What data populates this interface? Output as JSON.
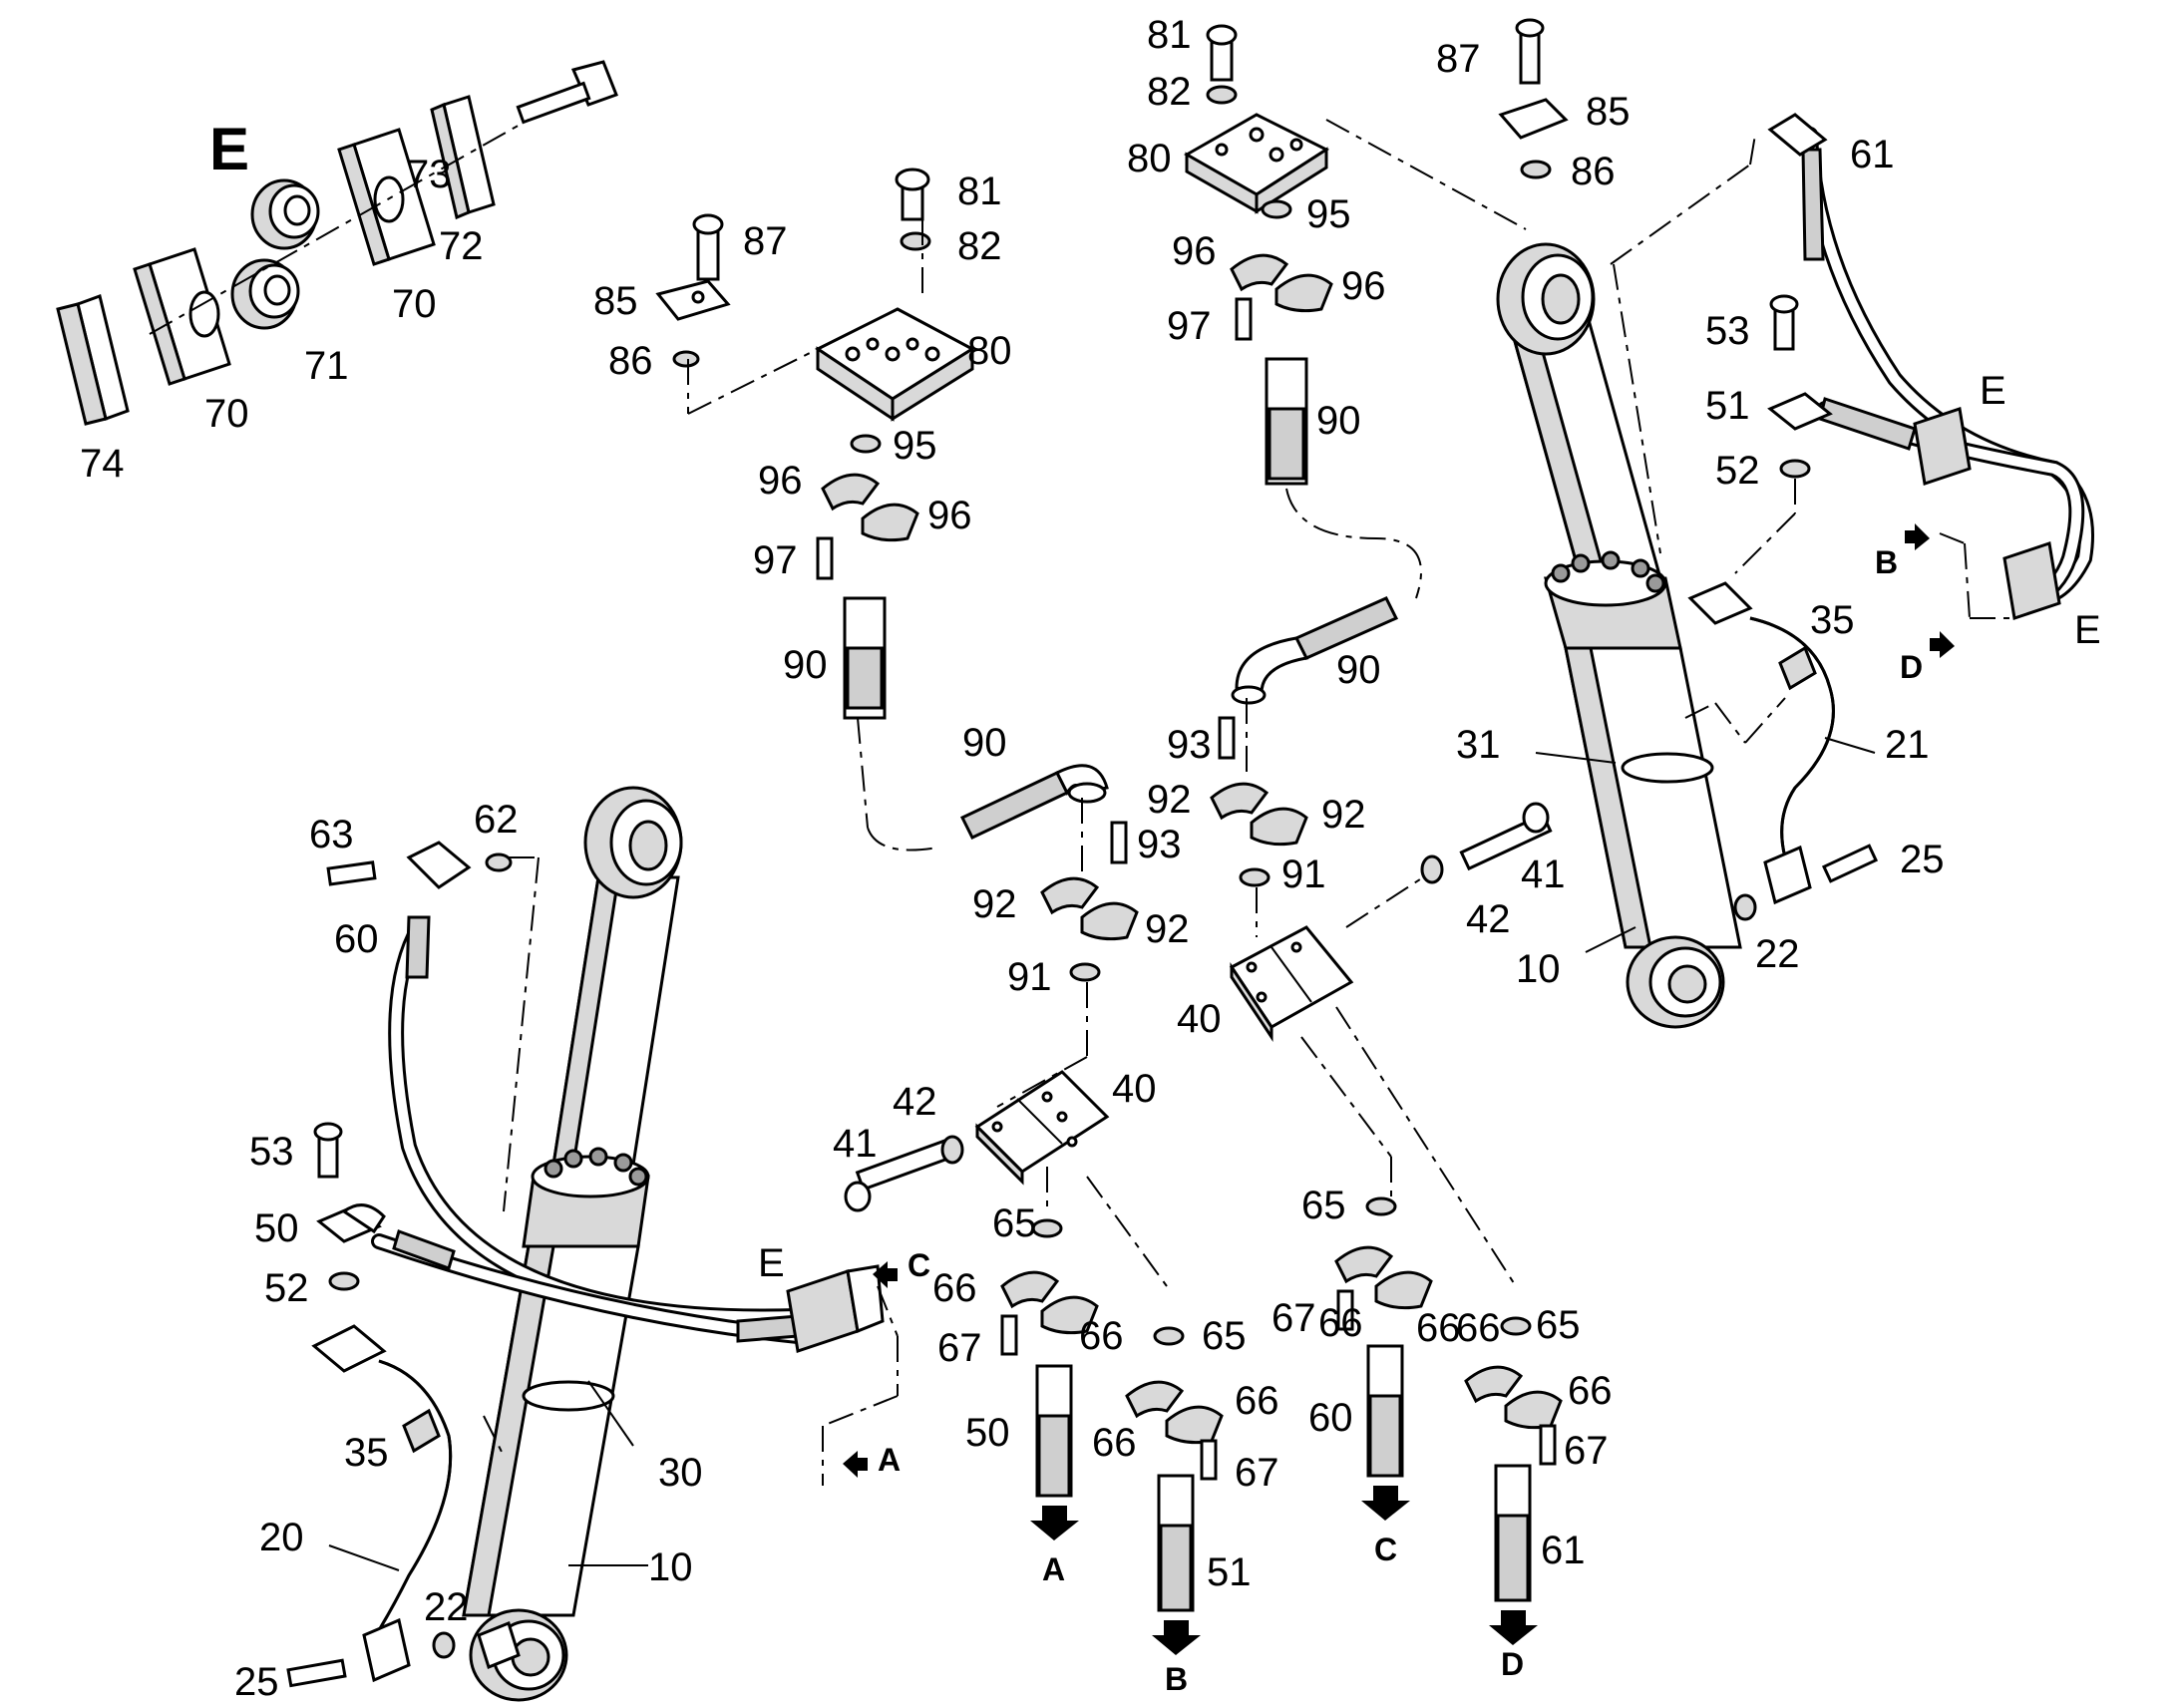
{
  "diagram": {
    "section_label": "E",
    "part_labels": {
      "p10a": "10",
      "p10b": "10",
      "p20": "20",
      "p21": "21",
      "p22a": "22",
      "p22b": "22",
      "p25a": "25",
      "p25b": "25",
      "p30": "30",
      "p31": "31",
      "p35a": "35",
      "p35b": "35",
      "p40a": "40",
      "p40b": "40",
      "p41a": "41",
      "p41b": "41",
      "p42a": "42",
      "p42b": "42",
      "p50a": "50",
      "p50b": "50",
      "p51a": "51",
      "p51b": "51",
      "p52a": "52",
      "p52b": "52",
      "p53a": "53",
      "p53b": "53",
      "p60a": "60",
      "p60b": "60",
      "p61a": "61",
      "p61b": "61",
      "p62": "62",
      "p63": "63",
      "p65a": "65",
      "p65b": "65",
      "p65c": "65",
      "p65d": "65",
      "p66a": "66",
      "p66b": "66",
      "p66c": "66",
      "p66d": "66",
      "p66e": "66",
      "p66f": "66",
      "p66g": "66",
      "p66h": "66",
      "p67a": "67",
      "p67b": "67",
      "p67c": "67",
      "p67d": "67",
      "p70a": "70",
      "p70b": "70",
      "p71": "71",
      "p72": "72",
      "p73": "73",
      "p74": "74",
      "p80a": "80",
      "p80b": "80",
      "p81a": "81",
      "p81b": "81",
      "p82a": "82",
      "p82b": "82",
      "p85a": "85",
      "p85b": "85",
      "p86a": "86",
      "p86b": "86",
      "p87a": "87",
      "p87b": "87",
      "p90a": "90",
      "p90b": "90",
      "p90c": "90",
      "p90d": "90",
      "p91a": "91",
      "p91b": "91",
      "p92a": "92",
      "p92b": "92",
      "p92c": "92",
      "p92d": "92",
      "p93a": "93",
      "p93b": "93",
      "p95a": "95",
      "p95b": "95",
      "p96a": "96",
      "p96b": "96",
      "p96c": "96",
      "p96d": "96",
      "p97a": "97",
      "p97b": "97"
    },
    "connection_labels": {
      "A_ref": "A",
      "A_end": "A",
      "B_ref": "B",
      "B_end": "B",
      "C_ref": "C",
      "C_end": "C",
      "D_ref": "D",
      "D_end": "D",
      "E_left": "E",
      "E_right_top": "E",
      "E_right_bottom": "E"
    }
  }
}
